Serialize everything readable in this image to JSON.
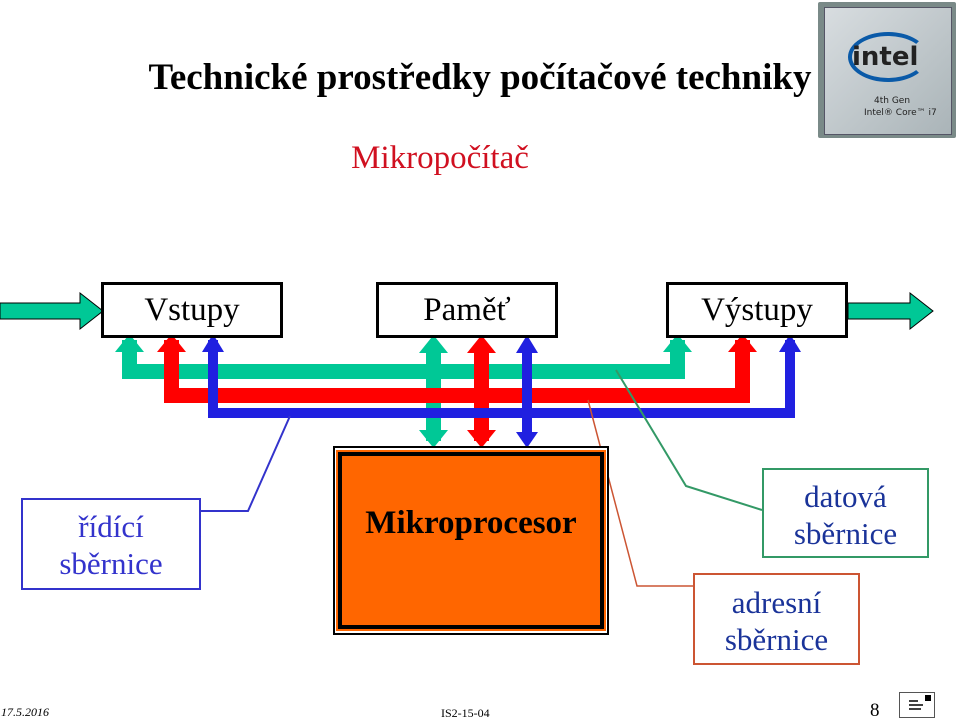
{
  "slide": {
    "title": "Technické prostředky počítačové techniky",
    "subtitle": "Mikropočítač"
  },
  "diagram": {
    "box_inputs": "Vstupy",
    "box_memory": "Paměť",
    "box_outputs": "Výstupy",
    "box_cpu": "Mikroprocesor",
    "bus_control": {
      "line1": "řídící",
      "line2": "sběrnice",
      "color": "#3333cc"
    },
    "bus_data": {
      "line1": "datová",
      "line2": "sběrnice",
      "color": "#00c896"
    },
    "bus_address": {
      "line1": "adresní",
      "line2": "sběrnice",
      "color": "#ff0000"
    },
    "cpu_color": "#ff6600"
  },
  "chip_image": {
    "brand": "intel",
    "line1": "4th Gen",
    "line2": "Intel® Core™ i7"
  },
  "footer": {
    "date": "17.5.2016",
    "code": "IS2-15-04",
    "page": "8"
  }
}
